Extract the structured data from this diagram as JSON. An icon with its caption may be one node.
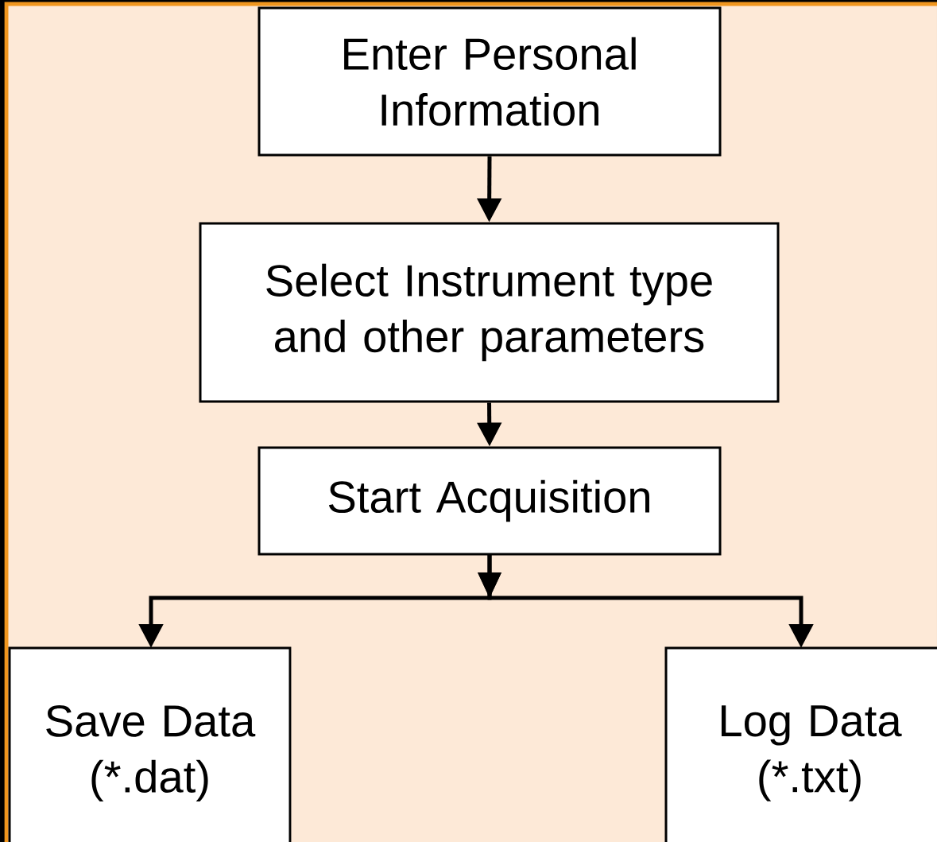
{
  "diagram": {
    "nodes": [
      {
        "text": [
          "Enter Personal Information"
        ]
      },
      {
        "text": [
          "Select Instrument type and other parameters"
        ]
      },
      {
        "text": [
          "Start Acquisition"
        ]
      },
      {
        "text": [
          "Save Data (*.dat)"
        ]
      },
      {
        "text": [
          "Log Data (*.txt)"
        ]
      }
    ],
    "edges": [
      {
        "from": 0,
        "to": 1,
        "arrow": "to"
      },
      {
        "from": 1,
        "to": 2,
        "arrow": "to"
      },
      {
        "from": 2,
        "to": 3,
        "arrow": "to"
      },
      {
        "from": 2,
        "to": 4,
        "arrow": "to"
      }
    ]
  }
}
